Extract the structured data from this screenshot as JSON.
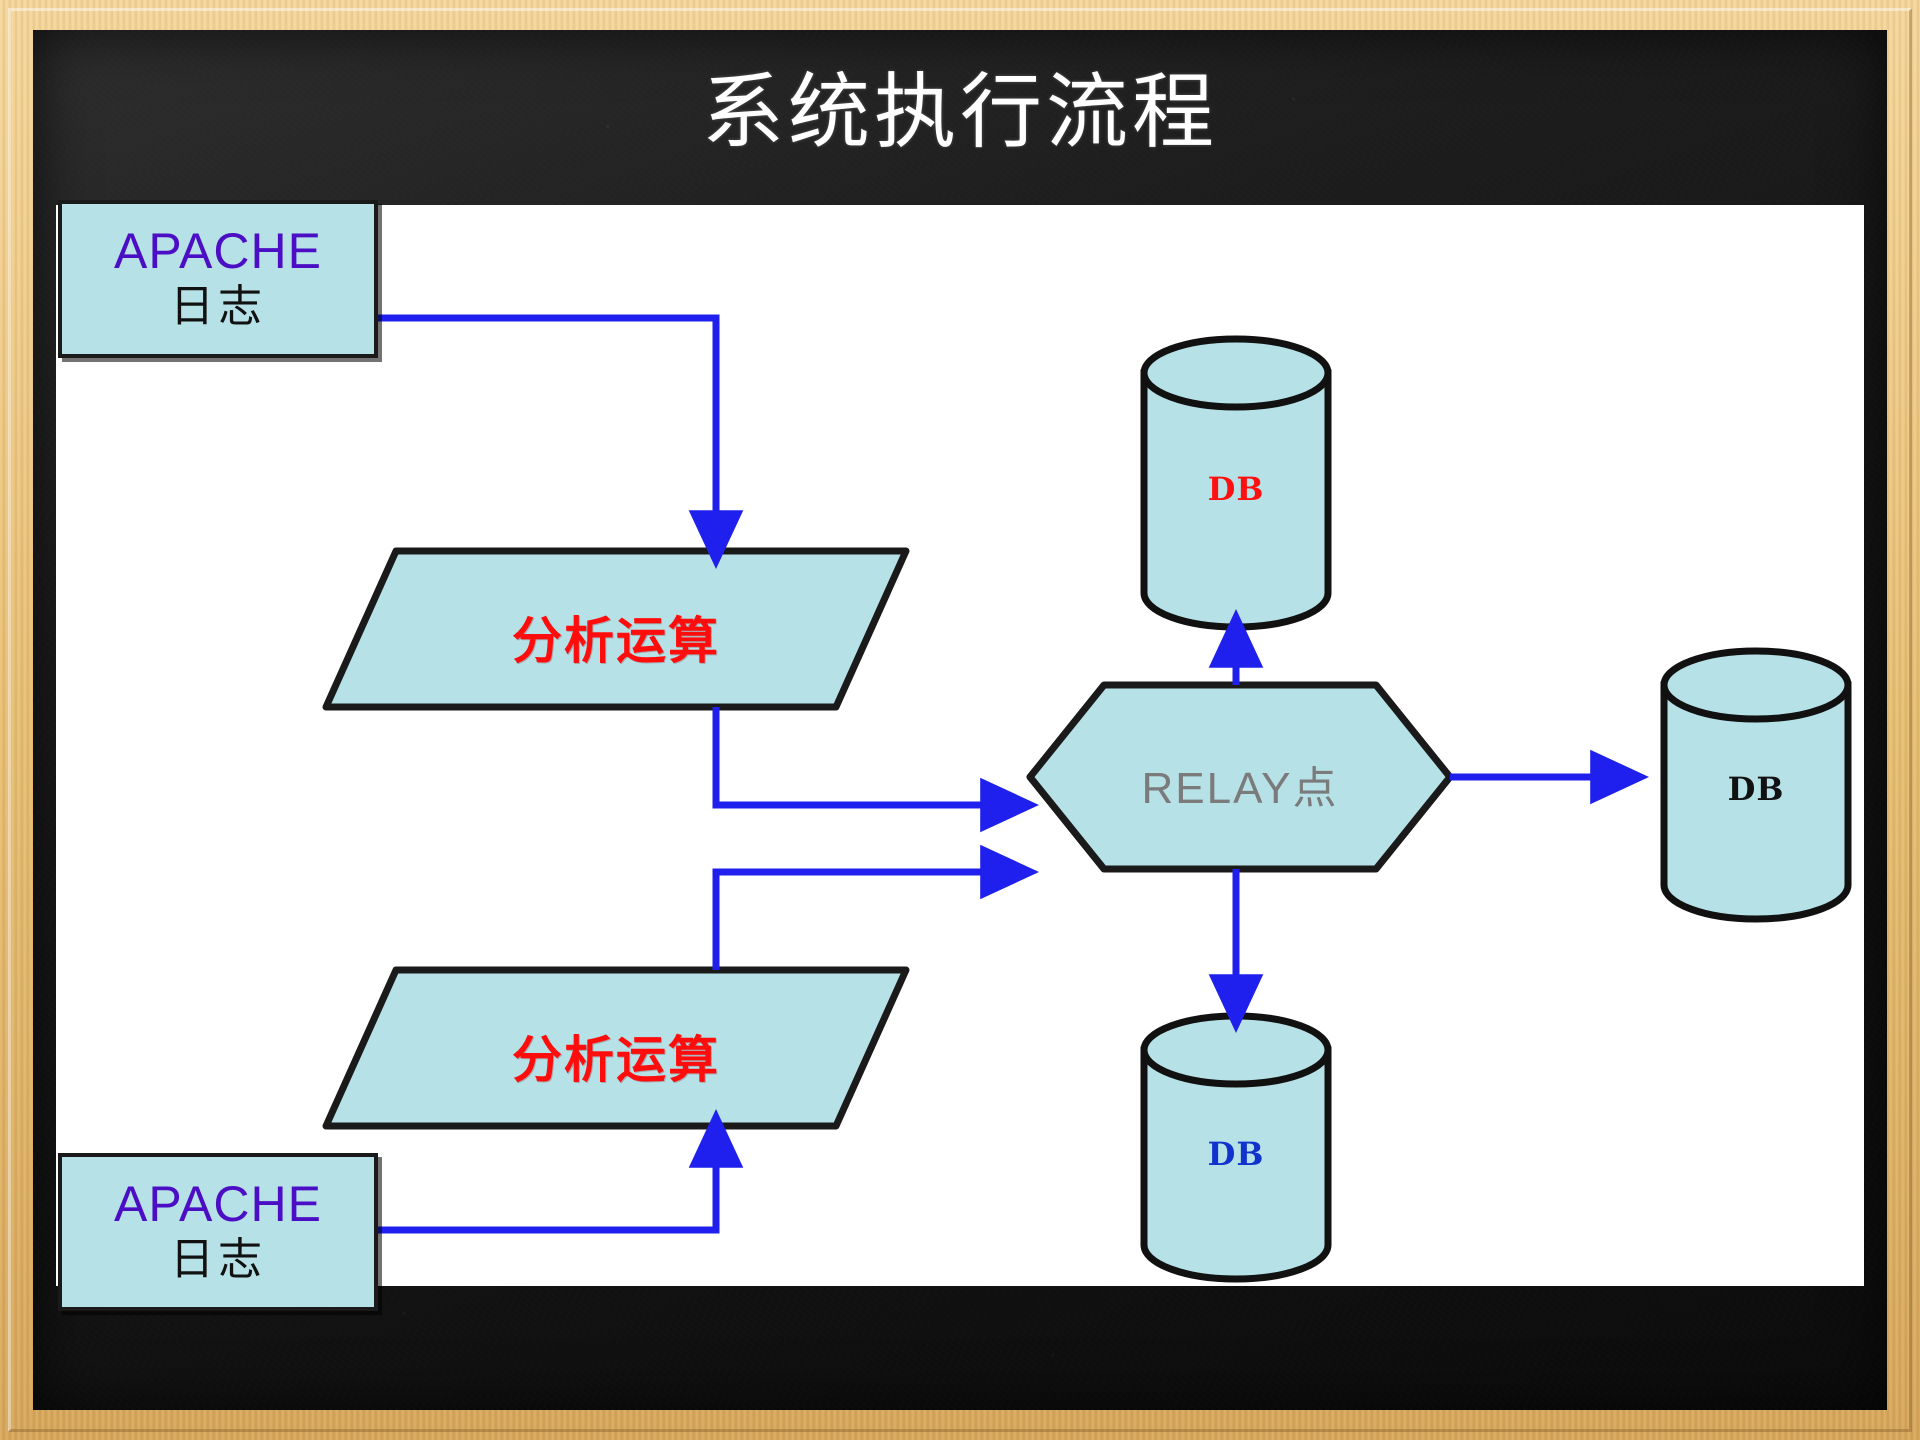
{
  "slide": {
    "title": "系统执行流程",
    "frame_color": "#e9bf72",
    "board_color": "#141414",
    "canvas_color": "#ffffff"
  },
  "diagram": {
    "accent_flow_color": "#2020ee",
    "node_fill": "#b6e1e7",
    "node_stroke": "#1a1a1a",
    "nodes": [
      {
        "id": "apache-log-top",
        "type": "box",
        "line1": "APACHE",
        "line2": "日志",
        "line1_color": "#4b0ec4",
        "line2_color": "#111111"
      },
      {
        "id": "analysis-top",
        "type": "parallelogram",
        "label": "分析运算",
        "label_color": "#ff0d0d"
      },
      {
        "id": "analysis-bottom",
        "type": "parallelogram",
        "label": "分析运算",
        "label_color": "#ff0d0d"
      },
      {
        "id": "apache-log-bottom",
        "type": "box",
        "line1": "APACHE",
        "line2": "日志",
        "line1_color": "#4b0ec4",
        "line2_color": "#111111"
      },
      {
        "id": "relay-point",
        "type": "hexagon",
        "label": "RELAY点",
        "label_color": "#7b7b7b"
      },
      {
        "id": "db-top",
        "type": "cylinder",
        "label": "DB",
        "label_color": "#ff1010"
      },
      {
        "id": "db-bottom",
        "type": "cylinder",
        "label": "DB",
        "label_color": "#1133cc"
      },
      {
        "id": "db-right",
        "type": "cylinder",
        "label": "DB",
        "label_color": "#111111"
      }
    ],
    "edges": [
      {
        "from": "apache-log-top",
        "to": "analysis-top",
        "style": "elbow-down"
      },
      {
        "from": "analysis-top",
        "to": "relay-point",
        "style": "elbow-right"
      },
      {
        "from": "apache-log-bottom",
        "to": "analysis-bottom",
        "style": "elbow-up"
      },
      {
        "from": "analysis-bottom",
        "to": "relay-point",
        "style": "elbow-right"
      },
      {
        "from": "relay-point",
        "to": "db-top",
        "style": "straight-up"
      },
      {
        "from": "relay-point",
        "to": "db-bottom",
        "style": "straight-down"
      },
      {
        "from": "relay-point",
        "to": "db-right",
        "style": "straight-right"
      }
    ]
  }
}
